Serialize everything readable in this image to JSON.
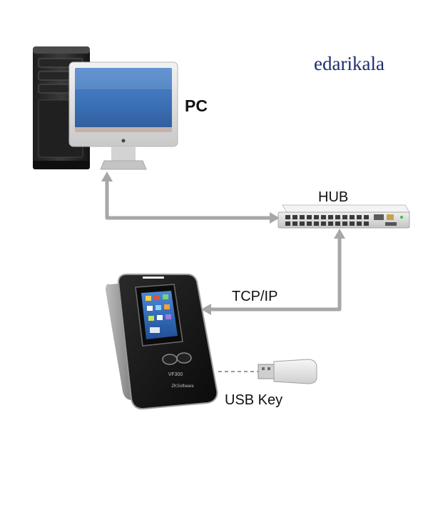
{
  "brand": {
    "text": "edarikala",
    "color": "#1d2d6e"
  },
  "labels": {
    "pc": "PC",
    "hub": "HUB",
    "tcpip": "TCP/IP",
    "usb_key": "USB Key"
  },
  "device": {
    "model": "VF300",
    "maker": "ZKSoftware"
  },
  "colors": {
    "connector": "#a7a7a7",
    "monitor_screen": "#3e73b8",
    "device_body": "#141414",
    "hub_body": "#dcdcdc"
  },
  "icons": {
    "pc_tower": "computer-tower-icon",
    "monitor": "monitor-icon",
    "hub": "network-hub-icon",
    "terminal": "biometric-terminal-icon",
    "usb": "usb-flash-drive-icon"
  }
}
